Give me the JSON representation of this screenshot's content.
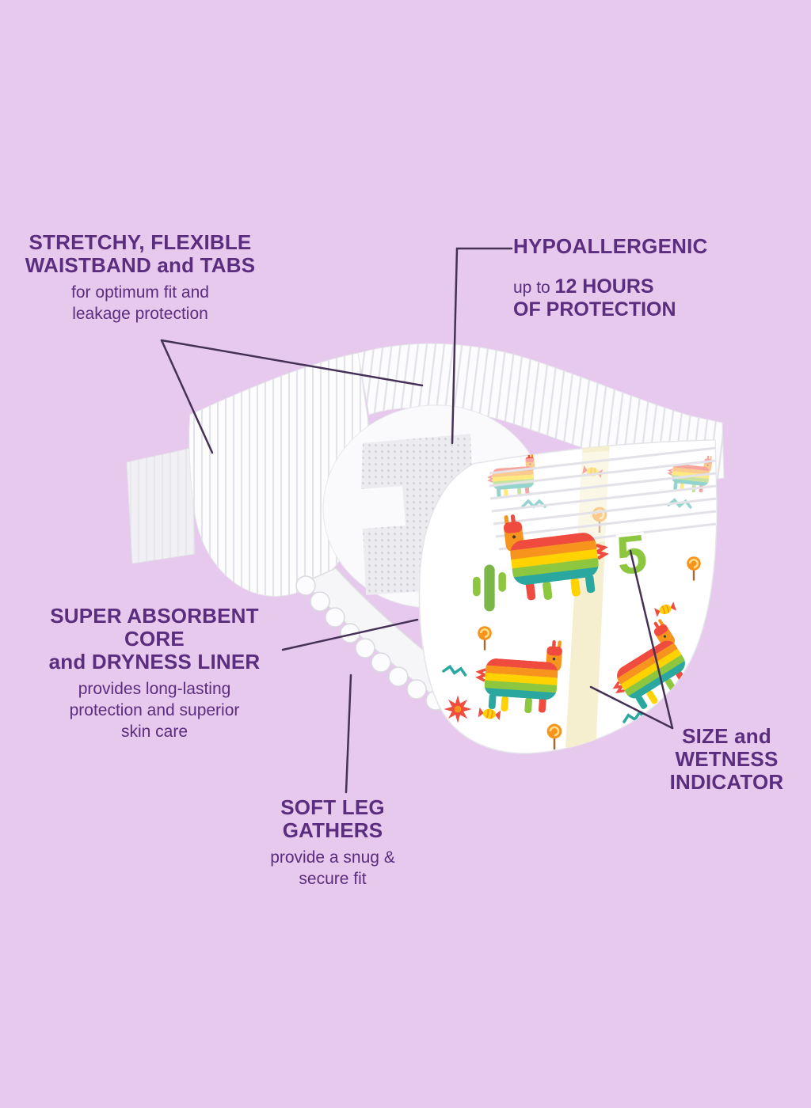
{
  "callouts": {
    "waistband": {
      "title_line1": "STRETCHY, FLEXIBLE",
      "title_line2": "WAISTBAND and TABS",
      "body_line1": "for optimum fit and",
      "body_line2": "leakage protection"
    },
    "hypoallergenic": {
      "title": "HYPOALLERGENIC",
      "body_prefix": "up to ",
      "body_bold": "12 HOURS",
      "body_line2": "OF PROTECTION"
    },
    "core": {
      "title_line1": "SUPER ABSORBENT CORE",
      "title_line2": "and DRYNESS LINER",
      "body_line1": "provides long-lasting",
      "body_line2": "protection and superior",
      "body_line3": "skin care"
    },
    "leg_gathers": {
      "title": "SOFT LEG GATHERS",
      "body_line1": "provide a snug &",
      "body_line2": "secure fit"
    },
    "size_wetness": {
      "line1": "SIZE and",
      "line2": "WETNESS",
      "line3": "INDICATOR"
    }
  },
  "diaper": {
    "size_number": "5",
    "pattern_motifs": [
      "pinata",
      "lollipop",
      "candy",
      "cactus",
      "star",
      "zigzag"
    ]
  },
  "colors": {
    "background": "#e6c9ec",
    "text": "#5a2d7e",
    "leader_line": "#463156",
    "size_number": "#8dc63f",
    "wetness_stripe": "#f5efcf",
    "pinata_palette": [
      "#ef4b3e",
      "#f7941d",
      "#ffd200",
      "#8dc63f",
      "#2aa79f"
    ]
  }
}
